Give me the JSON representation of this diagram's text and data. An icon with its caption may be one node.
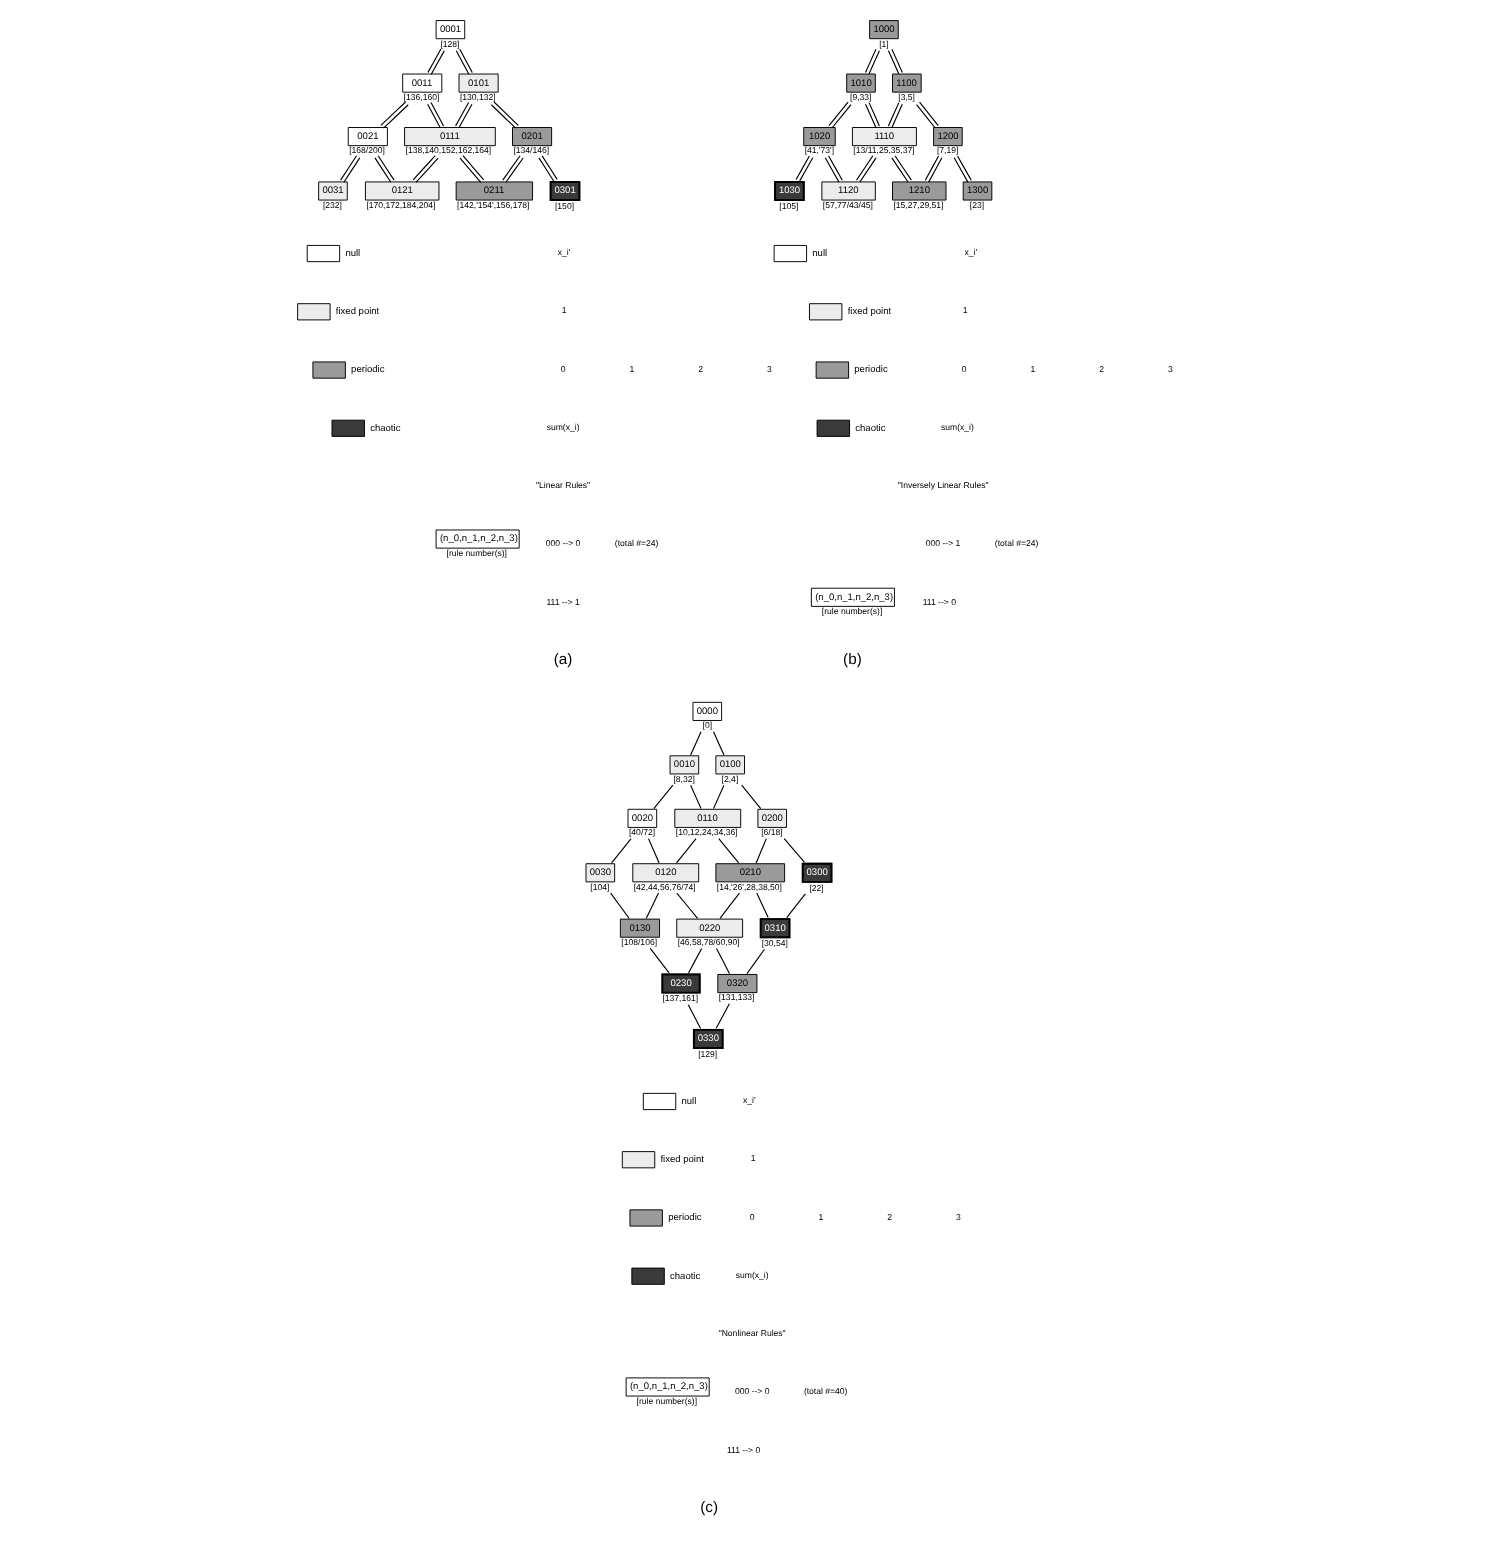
{
  "diagram": {
    "nodes": [
      {
        "text": [
          "0001"
        ],
        "beside": [
          "[128]"
        ]
      },
      {
        "text": [
          "0011"
        ],
        "beside": [
          "[136,160]"
        ]
      },
      {
        "text": [
          "0101"
        ],
        "beside": [
          "[130,132]"
        ]
      },
      {
        "text": [
          "0021"
        ],
        "beside": [
          "[168/200]"
        ]
      },
      {
        "text": [
          "0111"
        ],
        "beside": [
          "[138,140,152,162,164]"
        ]
      },
      {
        "text": [
          "0201"
        ],
        "beside": [
          "[134/146]"
        ]
      },
      {
        "text": [
          "0031"
        ],
        "beside": [
          "[232]"
        ]
      },
      {
        "text": [
          "0121"
        ],
        "beside": [
          "[170,172,184,204]"
        ]
      },
      {
        "text": [
          "0211"
        ],
        "beside": [
          "[142,'154',156,178]"
        ]
      },
      {
        "text": [
          "0301"
        ],
        "beside": [
          "[150]"
        ]
      },
      {
        "text": [
          "(n_0,n_1,n_2,n_3)"
        ],
        "beside": [
          "[rule number(s)]"
        ]
      },
      {
        "text": [
          "1000"
        ],
        "beside": [
          "[1]"
        ]
      },
      {
        "text": [
          "1010"
        ],
        "beside": [
          "[9,33]"
        ]
      },
      {
        "text": [
          "1100"
        ],
        "beside": [
          "[3,5]"
        ]
      },
      {
        "text": [
          "1020"
        ],
        "beside": [
          "[41,'73']"
        ]
      },
      {
        "text": [
          "1110"
        ],
        "beside": [
          "[13/11,25,35,37]"
        ]
      },
      {
        "text": [
          "1200"
        ],
        "beside": [
          "[7,19]"
        ]
      },
      {
        "text": [
          "1030"
        ],
        "beside": [
          "[105]"
        ]
      },
      {
        "text": [
          "1120"
        ],
        "beside": [
          "[57,77/43/45]"
        ]
      },
      {
        "text": [
          "1210"
        ],
        "beside": [
          "[15,27,29,51]"
        ]
      },
      {
        "text": [
          "1300"
        ],
        "beside": [
          "[23]"
        ]
      },
      {
        "text": [
          "(n_0,n_1,n_2,n_3)"
        ],
        "beside": [
          "[rule number(s)]"
        ]
      },
      {
        "text": [
          "0000"
        ],
        "beside": [
          "[0]"
        ]
      },
      {
        "text": [
          "0010"
        ],
        "beside": [
          "[8,32]"
        ]
      },
      {
        "text": [
          "0100"
        ],
        "beside": [
          "[2,4]"
        ]
      },
      {
        "text": [
          "0020"
        ],
        "beside": [
          "[40/72]"
        ]
      },
      {
        "text": [
          "0110"
        ],
        "beside": [
          "[10,12,24,34,36]"
        ]
      },
      {
        "text": [
          "0200"
        ],
        "beside": [
          "[6/18]"
        ]
      },
      {
        "text": [
          "0030"
        ],
        "beside": [
          "[104]"
        ]
      },
      {
        "text": [
          "0120"
        ],
        "beside": [
          "[42,44,56,76/74]"
        ]
      },
      {
        "text": [
          "0210"
        ],
        "beside": [
          "[14,'26',28,38,50]"
        ]
      },
      {
        "text": [
          "0300"
        ],
        "beside": [
          "[22]"
        ]
      },
      {
        "text": [
          "0130"
        ],
        "beside": [
          "[108/106]"
        ]
      },
      {
        "text": [
          "0220"
        ],
        "beside": [
          "[46,58,78/60,90]"
        ]
      },
      {
        "text": [
          "0310"
        ],
        "beside": [
          "[30,54]"
        ]
      },
      {
        "text": [
          "0230"
        ],
        "beside": [
          "[137,161]"
        ]
      },
      {
        "text": [
          "0320"
        ],
        "beside": [
          "[131,133]"
        ]
      },
      {
        "text": [
          "0330"
        ],
        "beside": [
          "[129]"
        ]
      },
      {
        "text": [
          "(n_0,n_1,n_2,n_3)"
        ],
        "beside": [
          "[rule number(s)]"
        ]
      }
    ],
    "edges": [
      {
        "from": 0,
        "to": 1,
        "arrow": "none"
      },
      {
        "from": 0,
        "to": 2,
        "arrow": "none"
      },
      {
        "from": 1,
        "to": 3,
        "arrow": "none"
      },
      {
        "from": 1,
        "to": 4,
        "arrow": "none"
      },
      {
        "from": 2,
        "to": 4,
        "arrow": "none"
      },
      {
        "from": 2,
        "to": 5,
        "arrow": "none"
      },
      {
        "from": 3,
        "to": 6,
        "arrow": "none"
      },
      {
        "from": 3,
        "to": 7,
        "arrow": "none"
      },
      {
        "from": 4,
        "to": 7,
        "arrow": "none"
      },
      {
        "from": 4,
        "to": 8,
        "arrow": "none"
      },
      {
        "from": 5,
        "to": 8,
        "arrow": "none"
      },
      {
        "from": 5,
        "to": 9,
        "arrow": "none"
      },
      {
        "from": 11,
        "to": 12,
        "arrow": "none"
      },
      {
        "from": 11,
        "to": 13,
        "arrow": "none"
      },
      {
        "from": 12,
        "to": 14,
        "arrow": "none"
      },
      {
        "from": 12,
        "to": 15,
        "arrow": "none"
      },
      {
        "from": 13,
        "to": 15,
        "arrow": "none"
      },
      {
        "from": 13,
        "to": 16,
        "arrow": "none"
      },
      {
        "from": 14,
        "to": 17,
        "arrow": "none"
      },
      {
        "from": 14,
        "to": 18,
        "arrow": "none"
      },
      {
        "from": 15,
        "to": 18,
        "arrow": "none"
      },
      {
        "from": 15,
        "to": 19,
        "arrow": "none"
      },
      {
        "from": 16,
        "to": 19,
        "arrow": "none"
      },
      {
        "from": 16,
        "to": 20,
        "arrow": "none"
      },
      {
        "from": 22,
        "to": 23,
        "arrow": "none"
      },
      {
        "from": 22,
        "to": 24,
        "arrow": "none"
      },
      {
        "from": 23,
        "to": 25,
        "arrow": "none"
      },
      {
        "from": 23,
        "to": 26,
        "arrow": "none"
      },
      {
        "from": 24,
        "to": 26,
        "arrow": "none"
      },
      {
        "from": 24,
        "to": 27,
        "arrow": "none"
      },
      {
        "from": 25,
        "to": 28,
        "arrow": "none"
      },
      {
        "from": 25,
        "to": 29,
        "arrow": "none"
      },
      {
        "from": 26,
        "to": 29,
        "arrow": "none"
      },
      {
        "from": 26,
        "to": 30,
        "arrow": "none"
      },
      {
        "from": 27,
        "to": 30,
        "arrow": "none"
      },
      {
        "from": 27,
        "to": 31,
        "arrow": "none"
      },
      {
        "from": 28,
        "to": 32,
        "arrow": "none"
      },
      {
        "from": 29,
        "to": 32,
        "arrow": "none"
      },
      {
        "from": 29,
        "to": 33,
        "arrow": "none"
      },
      {
        "from": 30,
        "to": 33,
        "arrow": "none"
      },
      {
        "from": 30,
        "to": 34,
        "arrow": "none"
      },
      {
        "from": 31,
        "to": 34,
        "arrow": "none"
      },
      {
        "from": 32,
        "to": 35,
        "arrow": "none"
      },
      {
        "from": 33,
        "to": 35,
        "arrow": "none"
      },
      {
        "from": 33,
        "to": 36,
        "arrow": "none"
      },
      {
        "from": 34,
        "to": 36,
        "arrow": "none"
      },
      {
        "from": 35,
        "to": 37,
        "arrow": "none"
      },
      {
        "from": 36,
        "to": 37,
        "arrow": "none"
      }
    ],
    "labels": [
      "x_i'",
      "1",
      "0",
      "1",
      "2",
      "3",
      "sum(x_i)",
      "\"Linear Rules\"",
      "000 --> 0",
      "111 --> 1",
      "(total #=24)",
      "(a)",
      "x_i'",
      "1",
      "0",
      "1",
      "2",
      "3",
      "sum(x_i)",
      "\"Inversely Linear Rules\"",
      "000 --> 1",
      "111 --> 0",
      "(total #=24)",
      "(b)",
      "x_i'",
      "1",
      "0",
      "1",
      "2",
      "3",
      "sum(x_i)",
      "\"Nonlinear Rules\"",
      "000 --> 0",
      "111 --> 0",
      "(total #=40)",
      "(c)"
    ],
    "legend": [
      {
        "text": "null"
      },
      {
        "text": "fixed point"
      },
      {
        "text": "periodic"
      },
      {
        "text": "chaotic"
      },
      {
        "text": "null"
      },
      {
        "text": "fixed point"
      },
      {
        "text": "periodic"
      },
      {
        "text": "chaotic"
      },
      {
        "text": "null"
      },
      {
        "text": "fixed point"
      },
      {
        "text": "periodic"
      },
      {
        "text": "chaotic"
      }
    ]
  }
}
